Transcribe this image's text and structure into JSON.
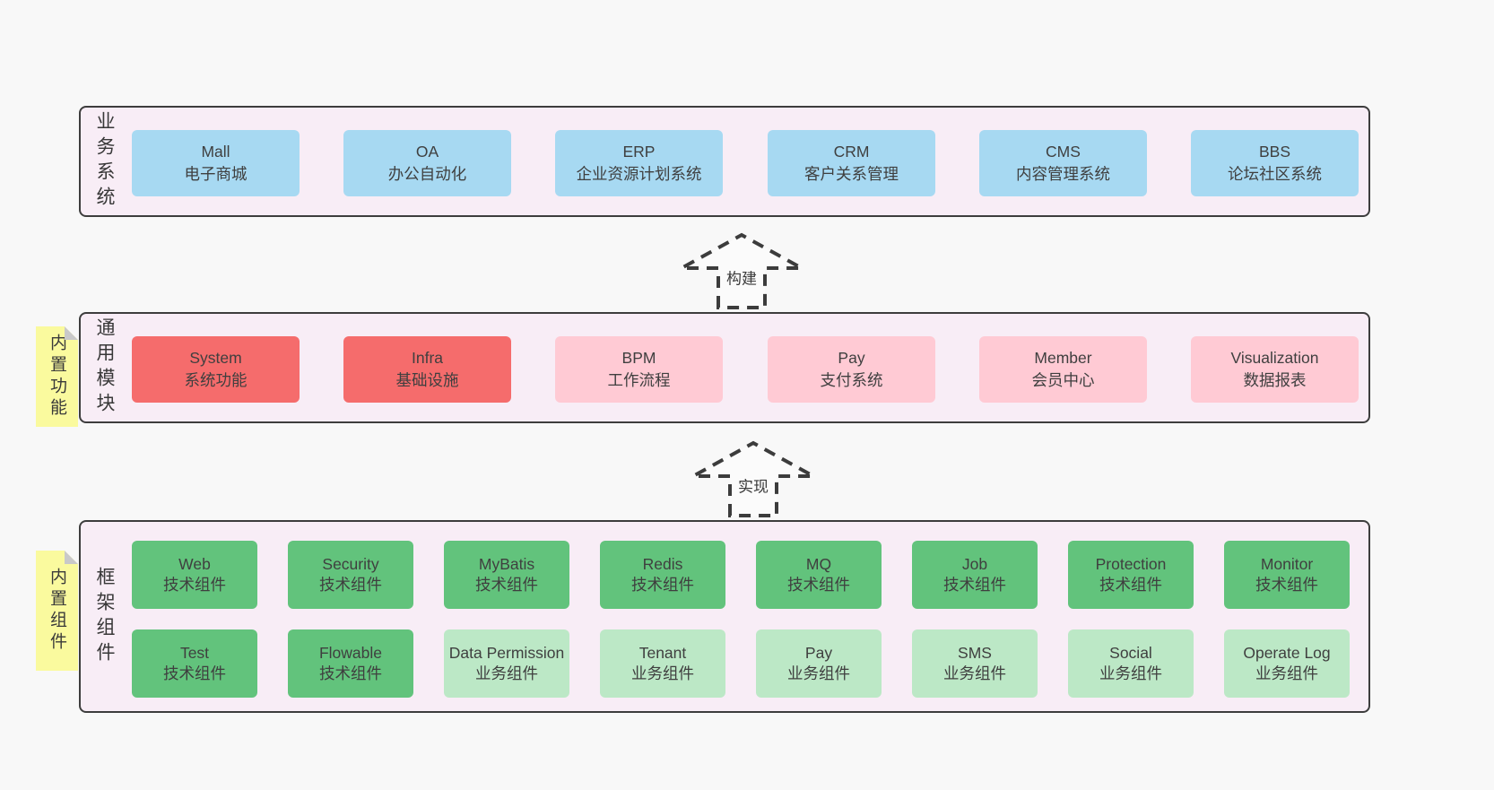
{
  "colors": {
    "page_bg": "#f8f8f8",
    "band_bg": "#f8edf6",
    "band_border": "#3d3d3d",
    "business_box": "#a7d9f2",
    "core_module_box": "#f56c6c",
    "optional_module_box": "#ffcad4",
    "tech_component_box": "#62c37c",
    "biz_component_box": "#bce8c6",
    "sticky_note": "#fafa9e"
  },
  "arrows": [
    {
      "label": "构建"
    },
    {
      "label": "实现"
    }
  ],
  "bands": [
    {
      "label": "业务系统",
      "boxes": [
        {
          "title": "Mall",
          "subtitle": "电子商城"
        },
        {
          "title": "OA",
          "subtitle": "办公自动化"
        },
        {
          "title": "ERP",
          "subtitle": "企业资源计划系统"
        },
        {
          "title": "CRM",
          "subtitle": "客户关系管理"
        },
        {
          "title": "CMS",
          "subtitle": "内容管理系统"
        },
        {
          "title": "BBS",
          "subtitle": "论坛社区系统"
        }
      ]
    },
    {
      "label": "通用模块",
      "note": "内置功能",
      "boxes": [
        {
          "title": "System",
          "subtitle": "系统功能"
        },
        {
          "title": "Infra",
          "subtitle": "基础设施"
        },
        {
          "title": "BPM",
          "subtitle": "工作流程"
        },
        {
          "title": "Pay",
          "subtitle": "支付系统"
        },
        {
          "title": "Member",
          "subtitle": "会员中心"
        },
        {
          "title": "Visualization",
          "subtitle": "数据报表"
        }
      ]
    },
    {
      "label": "框架组件",
      "note": "内置组件",
      "row1": [
        {
          "title": "Web",
          "subtitle": "技术组件"
        },
        {
          "title": "Security",
          "subtitle": "技术组件"
        },
        {
          "title": "MyBatis",
          "subtitle": "技术组件"
        },
        {
          "title": "Redis",
          "subtitle": "技术组件"
        },
        {
          "title": "MQ",
          "subtitle": "技术组件"
        },
        {
          "title": "Job",
          "subtitle": "技术组件"
        },
        {
          "title": "Protection",
          "subtitle": "技术组件"
        },
        {
          "title": "Monitor",
          "subtitle": "技术组件"
        }
      ],
      "row2": [
        {
          "title": "Test",
          "subtitle": "技术组件"
        },
        {
          "title": "Flowable",
          "subtitle": "技术组件"
        },
        {
          "title": "Data Permission",
          "subtitle": "业务组件"
        },
        {
          "title": "Tenant",
          "subtitle": "业务组件"
        },
        {
          "title": "Pay",
          "subtitle": "业务组件"
        },
        {
          "title": "SMS",
          "subtitle": "业务组件"
        },
        {
          "title": "Social",
          "subtitle": "业务组件"
        },
        {
          "title": "Operate Log",
          "subtitle": "业务组件"
        }
      ]
    }
  ]
}
